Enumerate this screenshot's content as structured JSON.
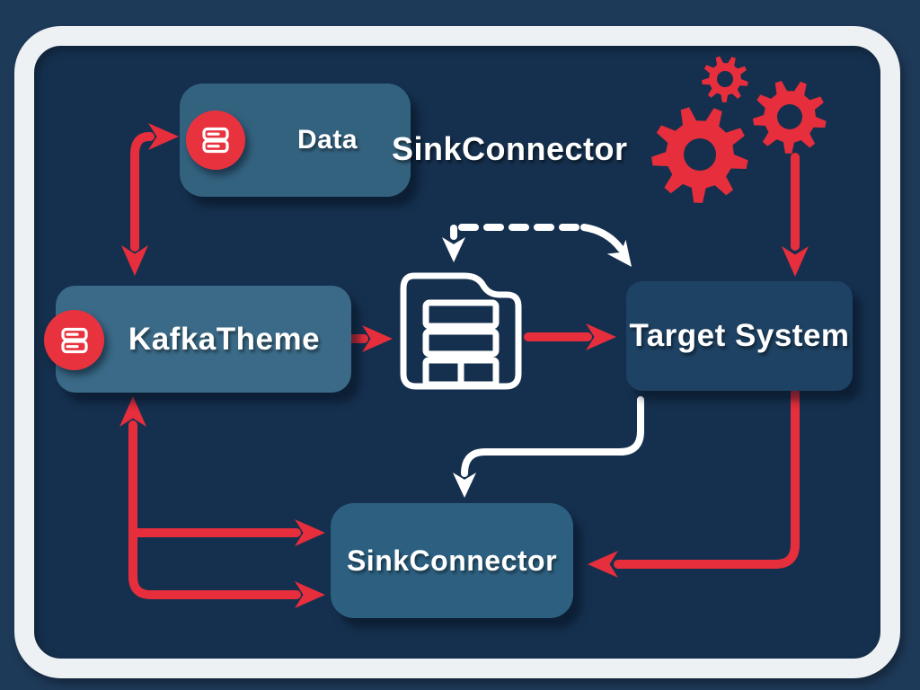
{
  "diagram": {
    "title": "SinkConnector",
    "nodes": {
      "data": {
        "label": "Data",
        "icon": "database-icon"
      },
      "kafka_theme": {
        "label": "KafkaTheme",
        "icon": "database-icon"
      },
      "pipeline": {
        "icon": "folder-files-icon"
      },
      "target_system": {
        "label": "Target System"
      },
      "sink_connector": {
        "label": "SinkConnector"
      }
    },
    "decoration": {
      "icon": "gears-icon",
      "gear_count": 3
    },
    "colors": {
      "background_outer": "#1e3a59",
      "background_inner": "#15304e",
      "frame": "#eef1f4",
      "accent_red": "#e62e3c",
      "badge_red": "#e8333f",
      "node_fill_light": "#33627f",
      "node_fill_medium": "#3a6a87",
      "node_fill_dark": "#1e4263",
      "arrow_white": "#ffffff"
    },
    "edges": [
      {
        "from": "kafka_theme",
        "to": "data",
        "style": "solid",
        "color": "red"
      },
      {
        "from": "data",
        "to": "kafka_theme",
        "style": "solid",
        "color": "red"
      },
      {
        "from": "kafka_theme",
        "to": "pipeline",
        "style": "solid",
        "color": "red"
      },
      {
        "from": "pipeline",
        "to": "target_system",
        "style": "solid",
        "color": "red"
      },
      {
        "from": "gears",
        "to": "target_system",
        "style": "solid",
        "color": "red"
      },
      {
        "from": "sink_connector_area",
        "to": "kafka_theme",
        "style": "solid",
        "color": "red"
      },
      {
        "from": "kafka_theme_area",
        "to": "sink_connector",
        "style": "solid",
        "color": "red"
      },
      {
        "from": "kafka_theme_area",
        "to": "sink_connector",
        "style": "solid",
        "color": "red"
      },
      {
        "from": "target_system",
        "to": "sink_connector",
        "style": "solid",
        "color": "red"
      },
      {
        "from": "title",
        "to": "pipeline",
        "style": "dashed",
        "color": "white"
      },
      {
        "from": "title",
        "to": "target_system",
        "style": "dashed",
        "color": "white"
      },
      {
        "from": "target_system",
        "to": "sink_connector",
        "style": "solid",
        "color": "white"
      }
    ]
  }
}
